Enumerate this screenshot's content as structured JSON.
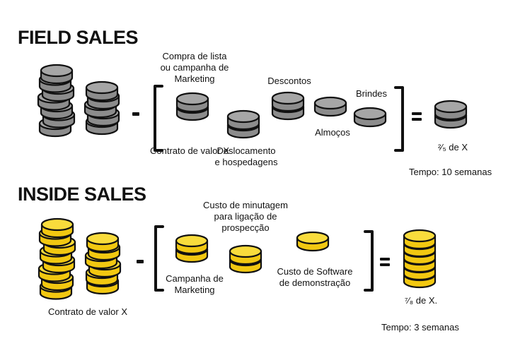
{
  "field_sales": {
    "heading": "FIELD SALES",
    "contract_label": "Contrato de valor X",
    "costs": {
      "list_purchase": "Compra de lista\nou campanha de\nMarketing",
      "travel": "Deslocamento\ne hospedagens",
      "discounts": "Descontos",
      "lunches": "Almoços",
      "gifts": "Brindes"
    },
    "result_label": "²⁄₅ de X",
    "time_label": "Tempo: 10 semanas"
  },
  "inside_sales": {
    "heading": "INSIDE SALES",
    "contract_label": "Contrato de valor X",
    "costs": {
      "marketing_campaign": "Campanha de\nMarketing",
      "call_minutes": "Custo de minutagem\npara ligação de\nprospecção",
      "demo_software": "Custo de Software\nde demonstração"
    },
    "result_label": "⁷⁄₈ de X.",
    "time_label": "Tempo: 3 semanas"
  },
  "colors": {
    "gray_coin": "#8c8c8c",
    "gray_coin_top": "#a6a6a6",
    "gold_coin": "#f2c811",
    "gold_coin_top": "#f9dc3c",
    "outline": "#111111"
  },
  "symbols": {
    "minus": "-",
    "equals": "="
  }
}
